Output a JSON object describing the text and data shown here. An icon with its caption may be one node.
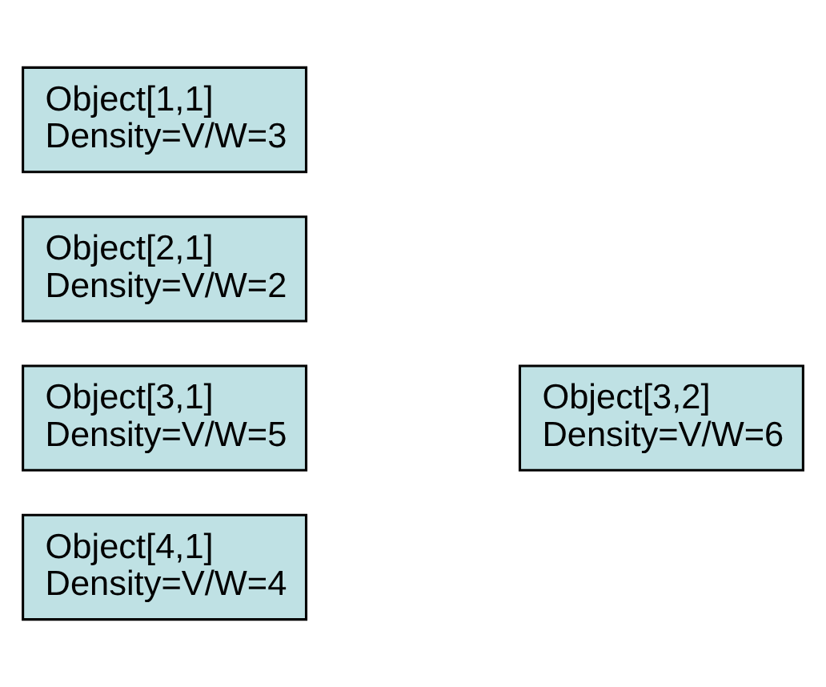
{
  "diagram": {
    "nodes": [
      {
        "text": [
          "Object[1,1]",
          "Density=V/W=3"
        ]
      },
      {
        "text": [
          "Object[2,1]",
          "Density=V/W=2"
        ]
      },
      {
        "text": [
          "Object[3,1]",
          "Density=V/W=5"
        ]
      },
      {
        "text": [
          "Object[3,2]",
          "Density=V/W=6"
        ]
      },
      {
        "text": [
          "Object[4,1]",
          "Density=V/W=4"
        ]
      }
    ],
    "edges": []
  }
}
